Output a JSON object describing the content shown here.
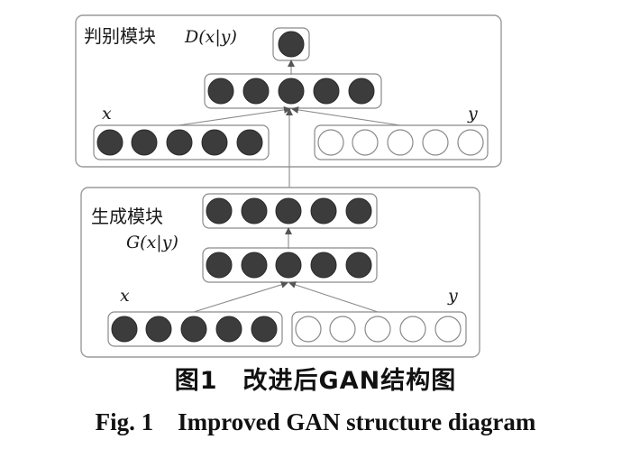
{
  "discriminator": {
    "title": "判别模块",
    "formula": "D(x|y)",
    "x_label": "x",
    "y_label": "y"
  },
  "generator": {
    "title": "生成模块",
    "formula": "G(x|y)",
    "x_label": "x",
    "y_label": "y"
  },
  "caption": {
    "chinese": "图1　改进后GAN结构图",
    "english": "Fig. 1　Improved GAN structure diagram"
  }
}
